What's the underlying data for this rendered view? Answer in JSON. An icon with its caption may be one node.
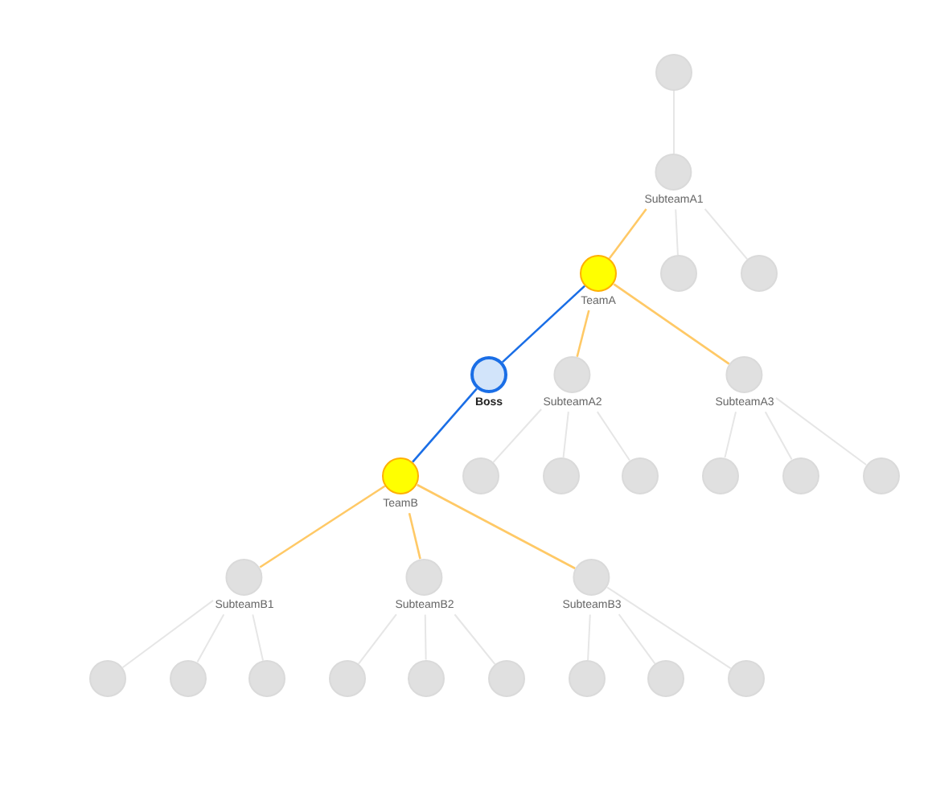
{
  "diagram": {
    "nodes": [
      {
        "text": [],
        "shape": "circle"
      },
      {
        "text": [
          "SubteamA1"
        ]
      },
      {
        "text": [
          "TeamA"
        ]
      },
      {
        "text": [],
        "shape": "circle"
      },
      {
        "text": [],
        "shape": "circle"
      },
      {
        "text": [
          "Boss"
        ]
      },
      {
        "text": [
          "SubteamA2"
        ]
      },
      {
        "text": [
          "SubteamA3"
        ]
      },
      {
        "text": [
          "TeamB"
        ]
      },
      {
        "text": [],
        "shape": "circle"
      },
      {
        "text": [],
        "shape": "circle"
      },
      {
        "text": [],
        "shape": "circle"
      },
      {
        "text": [],
        "shape": "circle"
      },
      {
        "text": [],
        "shape": "circle"
      },
      {
        "text": [],
        "shape": "circle"
      },
      {
        "text": [
          "SubteamB1"
        ]
      },
      {
        "text": [
          "SubteamB2"
        ]
      },
      {
        "text": [
          "SubteamB3"
        ]
      },
      {
        "text": [],
        "shape": "circle"
      },
      {
        "text": [],
        "shape": "circle"
      },
      {
        "text": [],
        "shape": "circle"
      },
      {
        "text": [],
        "shape": "circle"
      },
      {
        "text": [],
        "shape": "circle"
      },
      {
        "text": [],
        "shape": "circle"
      },
      {
        "text": [],
        "shape": "circle"
      },
      {
        "text": [],
        "shape": "circle"
      },
      {
        "text": [],
        "shape": "circle"
      }
    ],
    "edges": [
      {
        "from": 0,
        "to": 1,
        "arrow": "none"
      },
      {
        "from": 1,
        "to": 2,
        "arrow": "none",
        "color": "#ffc966"
      },
      {
        "from": 1,
        "to": 3,
        "arrow": "none"
      },
      {
        "from": 1,
        "to": 4,
        "arrow": "none"
      },
      {
        "from": 2,
        "to": 5,
        "arrow": "none",
        "color": "#1a6ee6"
      },
      {
        "from": 2,
        "to": 6,
        "arrow": "none",
        "color": "#ffc966"
      },
      {
        "from": 2,
        "to": 7,
        "arrow": "none",
        "color": "#ffc966"
      },
      {
        "from": 5,
        "to": 8,
        "arrow": "none",
        "color": "#1a6ee6"
      },
      {
        "from": 6,
        "to": 9,
        "arrow": "none"
      },
      {
        "from": 6,
        "to": 10,
        "arrow": "none"
      },
      {
        "from": 6,
        "to": 11,
        "arrow": "none"
      },
      {
        "from": 7,
        "to": 12,
        "arrow": "none"
      },
      {
        "from": 7,
        "to": 13,
        "arrow": "none"
      },
      {
        "from": 7,
        "to": 14,
        "arrow": "none"
      },
      {
        "from": 8,
        "to": 15,
        "arrow": "none",
        "color": "#ffc966"
      },
      {
        "from": 8,
        "to": 16,
        "arrow": "none",
        "color": "#ffc966"
      },
      {
        "from": 8,
        "to": 17,
        "arrow": "none",
        "color": "#ffc966"
      },
      {
        "from": 15,
        "to": 18,
        "arrow": "none"
      },
      {
        "from": 15,
        "to": 19,
        "arrow": "none"
      },
      {
        "from": 15,
        "to": 20,
        "arrow": "none"
      },
      {
        "from": 16,
        "to": 21,
        "arrow": "none"
      },
      {
        "from": 16,
        "to": 22,
        "arrow": "none"
      },
      {
        "from": 16,
        "to": 23,
        "arrow": "none"
      },
      {
        "from": 17,
        "to": 24,
        "arrow": "none"
      },
      {
        "from": 17,
        "to": 25,
        "arrow": "none"
      },
      {
        "from": 17,
        "to": 26,
        "arrow": "none"
      }
    ]
  }
}
